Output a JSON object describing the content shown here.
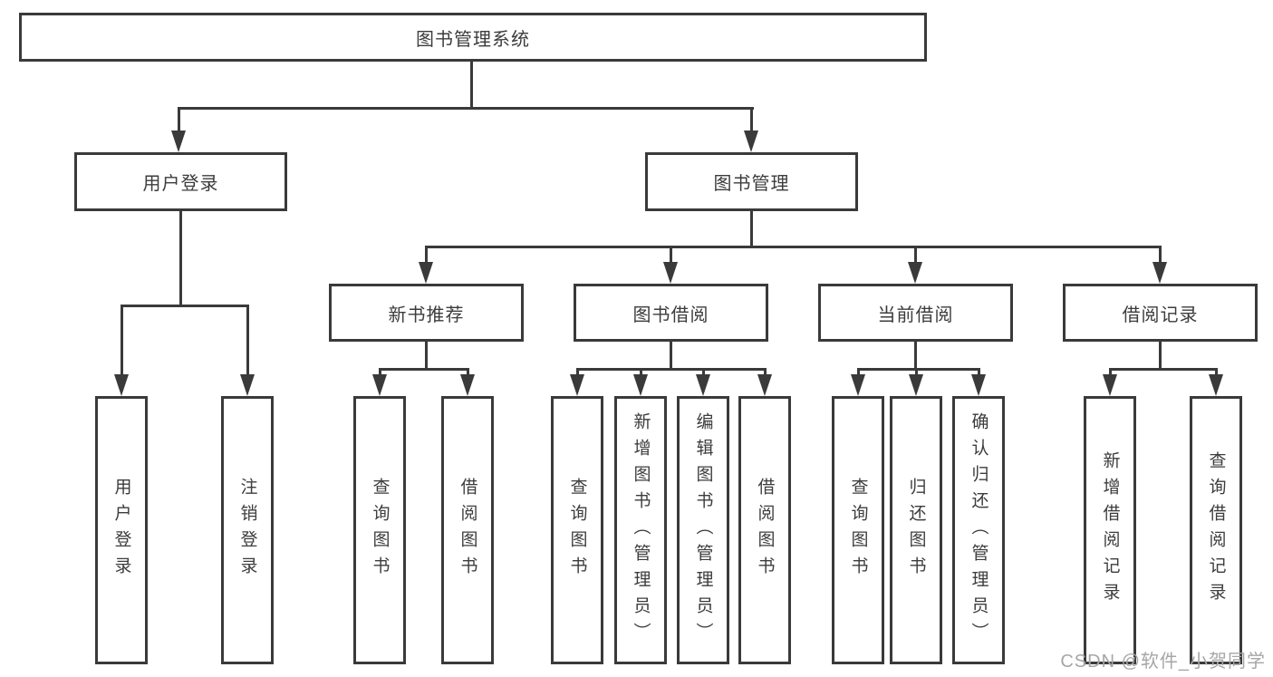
{
  "colors": {
    "line": "#3a3a3a",
    "box_fill": "#ffffff",
    "text": "#3c3c3c",
    "watermark": "#a6a6a6"
  },
  "tree": {
    "label": "图书管理系统",
    "children": [
      {
        "label": "用户登录",
        "children": [
          {
            "label": "用户登录"
          },
          {
            "label": "注销登录"
          }
        ]
      },
      {
        "label": "图书管理",
        "children": [
          {
            "label": "新书推荐",
            "children": [
              {
                "label": "查询图书"
              },
              {
                "label": "借阅图书"
              }
            ]
          },
          {
            "label": "图书借阅",
            "children": [
              {
                "label": "查询图书"
              },
              {
                "label": "新增图书（管理员）"
              },
              {
                "label": "编辑图书（管理员）"
              },
              {
                "label": "借阅图书"
              }
            ]
          },
          {
            "label": "当前借阅",
            "children": [
              {
                "label": "查询图书"
              },
              {
                "label": "归还图书"
              },
              {
                "label": "确认归还（管理员）"
              }
            ]
          },
          {
            "label": "借阅记录",
            "children": [
              {
                "label": "新增借阅记录"
              },
              {
                "label": "查询借阅记录"
              }
            ]
          }
        ]
      }
    ]
  },
  "watermark": {
    "text": "CSDN @软件_小贺同学"
  }
}
